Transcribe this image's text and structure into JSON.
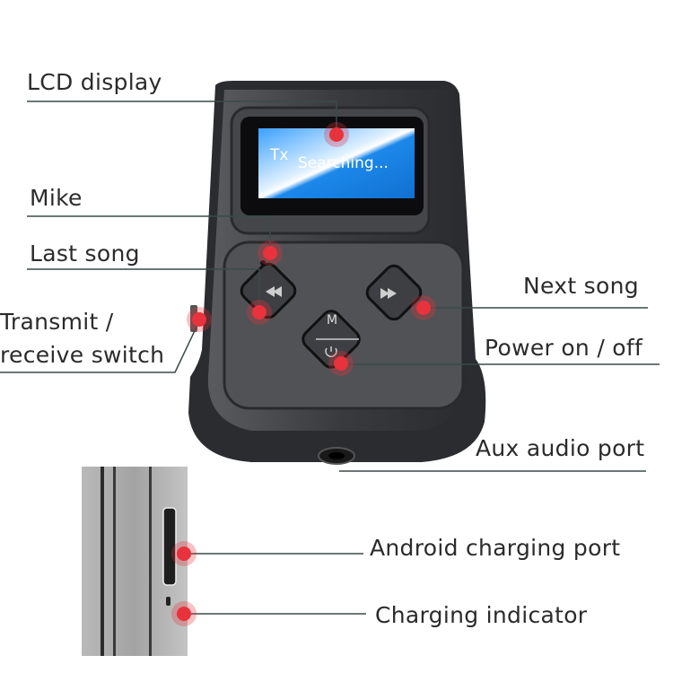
{
  "screen": {
    "mode": "Tx",
    "status": "Searching..."
  },
  "buttons": {
    "mode_letter": "M"
  },
  "labels": {
    "lcd": "LCD display",
    "mike": "Mike",
    "last_song": "Last song",
    "switch_line1": "Transmit /",
    "switch_line2": "receive switch",
    "next_song": "Next song",
    "power": "Power on / off",
    "aux": "Aux audio port",
    "android_port": "Android charging port",
    "charging_indicator": "Charging indicator"
  },
  "colors": {
    "marker": "#e8323c",
    "leader": "#3a4a48",
    "screen": "#2a8ff0",
    "body": "#3c3d40"
  }
}
